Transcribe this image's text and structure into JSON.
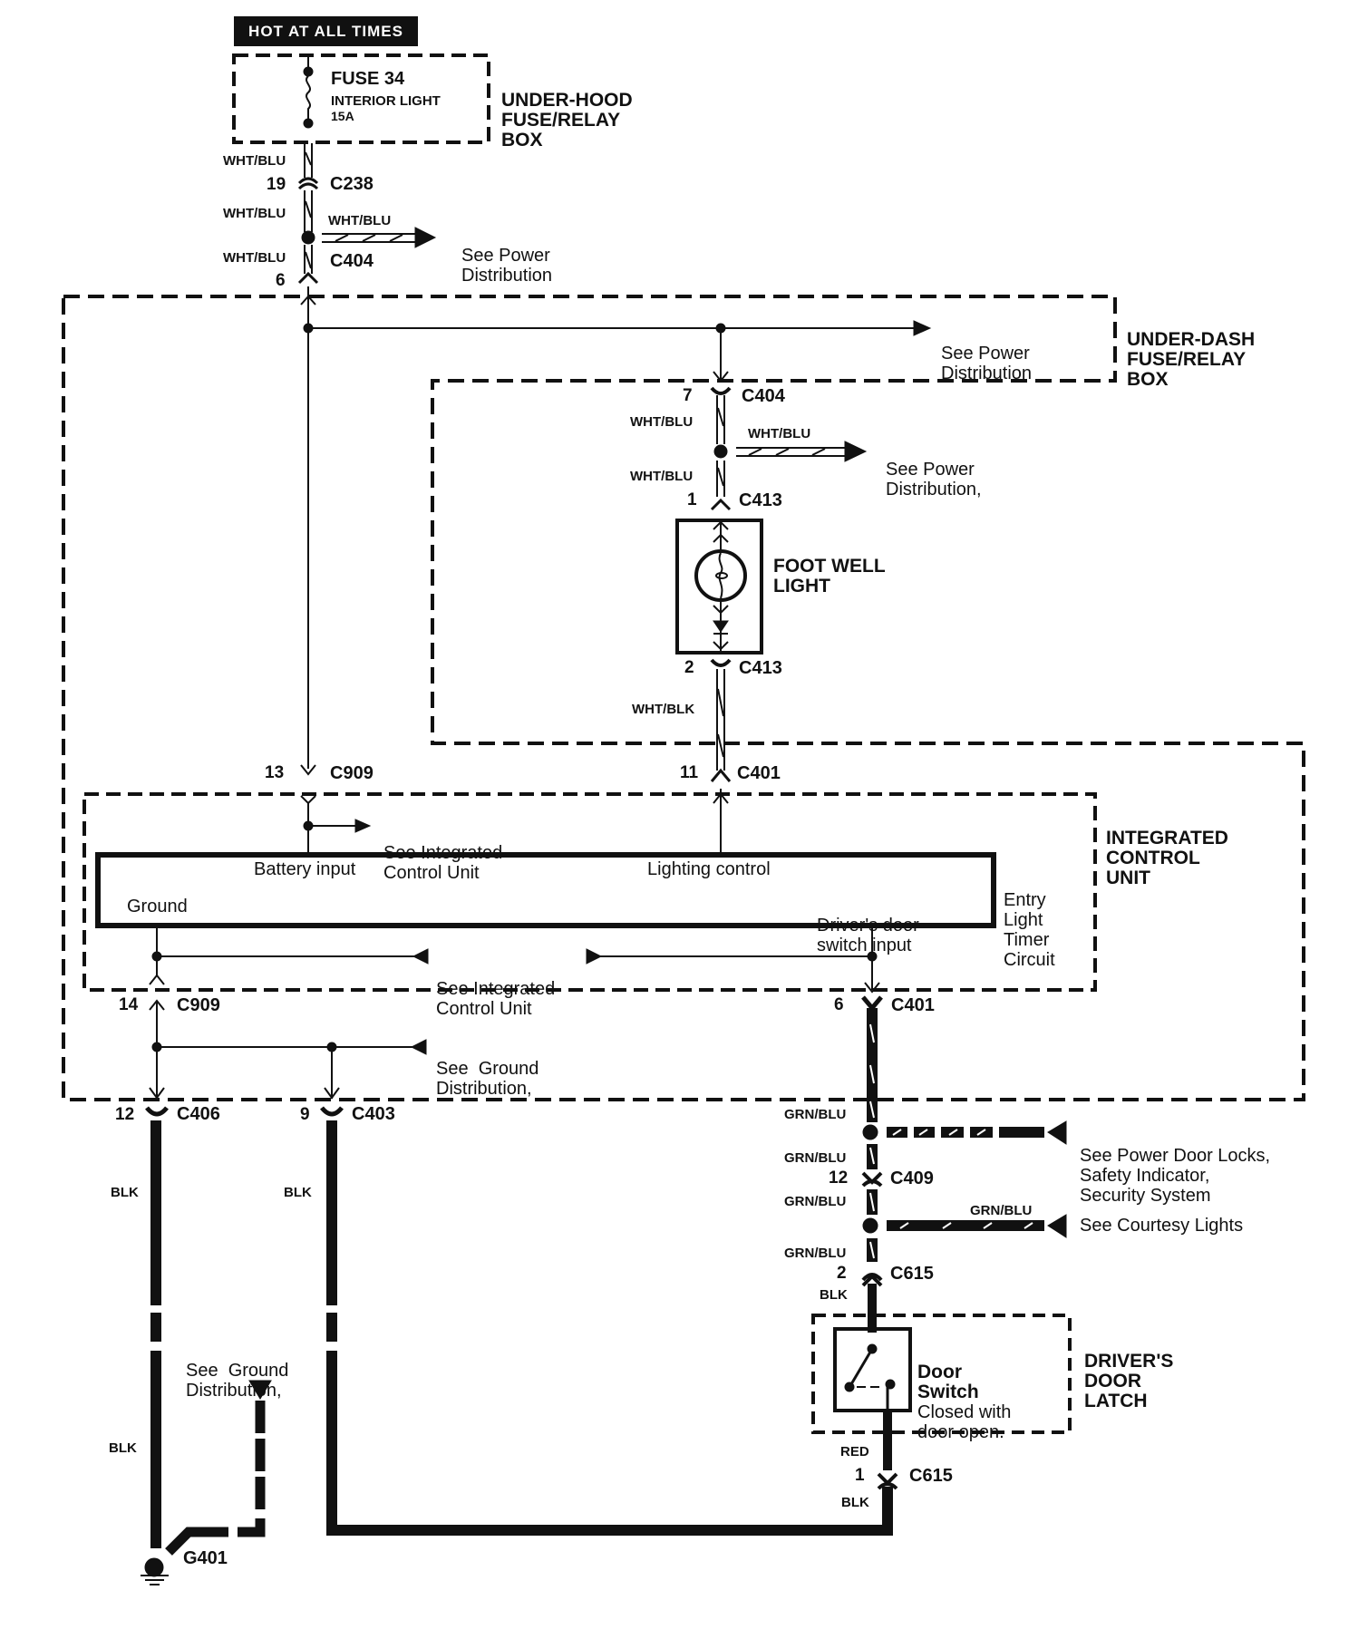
{
  "diagram": {
    "hot_badge": "HOT AT ALL TIMES",
    "boxes": {
      "under_hood": [
        "UNDER-HOOD",
        "FUSE/RELAY",
        "BOX"
      ],
      "under_dash": [
        "UNDER-DASH",
        "FUSE/RELAY",
        "BOX"
      ],
      "integrated_control_unit": [
        "INTEGRATED",
        "CONTROL",
        "UNIT"
      ],
      "drivers_door_latch": [
        "DRIVER'S",
        "DOOR",
        "LATCH"
      ]
    },
    "fuse": {
      "name": "FUSE 34",
      "circuit": "INTERIOR LIGHT",
      "rating": "15A"
    },
    "foot_well_light": [
      "FOOT WELL",
      "LIGHT"
    ],
    "module": {
      "battery_input": "Battery input",
      "lighting_control": "Lighting control",
      "ground": "Ground",
      "drivers_door_switch_input": [
        "Driver's door",
        "switch input"
      ],
      "timer_circuit": [
        "Entry",
        "Light",
        "Timer",
        "Circuit"
      ]
    },
    "door_switch": {
      "name": [
        "Door",
        "Switch"
      ],
      "state": [
        "Closed with",
        "door open."
      ]
    },
    "wire_colors": {
      "w1": "WHT/BLU",
      "w2": "WHT/BLU",
      "w3": "WHT/BLU",
      "w4": "WHT/BLU",
      "w5": "WHT/BLU",
      "w6": "WHT/BLU",
      "w7": "WHT/BLU",
      "w8": "WHT/BLK",
      "g1": "GRN/BLU",
      "g2": "GRN/BLU",
      "g3": "GRN/BLU",
      "g4": "GRN/BLU",
      "g5": "GRN/BLU",
      "blk1": "BLK",
      "blk2": "BLK",
      "blk3": "BLK",
      "blk4": "BLK",
      "blk5": "BLK",
      "red": "RED"
    },
    "connectors": [
      {
        "pin": "19",
        "id": "C238"
      },
      {
        "pin": "6",
        "id": "C404"
      },
      {
        "pin": "7",
        "id": "C404"
      },
      {
        "pin": "1",
        "id": "C413"
      },
      {
        "pin": "2",
        "id": "C413"
      },
      {
        "pin": "13",
        "id": "C909"
      },
      {
        "pin": "11",
        "id": "C401"
      },
      {
        "pin": "14",
        "id": "C909"
      },
      {
        "pin": "6",
        "id": "C401"
      },
      {
        "pin": "12",
        "id": "C406"
      },
      {
        "pin": "9",
        "id": "C403"
      },
      {
        "pin": "12",
        "id": "C409"
      },
      {
        "pin": "2",
        "id": "C615"
      },
      {
        "pin": "1",
        "id": "C615"
      }
    ],
    "ground": "G401",
    "references": {
      "power_dist_1": [
        "See Power",
        "Distribution"
      ],
      "power_dist_2": [
        "See Power",
        "Distribution"
      ],
      "power_dist_3": [
        "See Power",
        "Distribution,"
      ],
      "icu_1": [
        "See Integrated",
        "Control Unit"
      ],
      "icu_2": [
        "See Integrated",
        "Control Unit"
      ],
      "ground_dist_1": [
        "See  Ground",
        "Distribution,"
      ],
      "ground_dist_2": [
        "See  Ground",
        "Distribution,"
      ],
      "door_locks": [
        "See Power Door Locks,",
        "Safety Indicator,",
        "Security System"
      ],
      "courtesy": "See Courtesy Lights"
    }
  }
}
